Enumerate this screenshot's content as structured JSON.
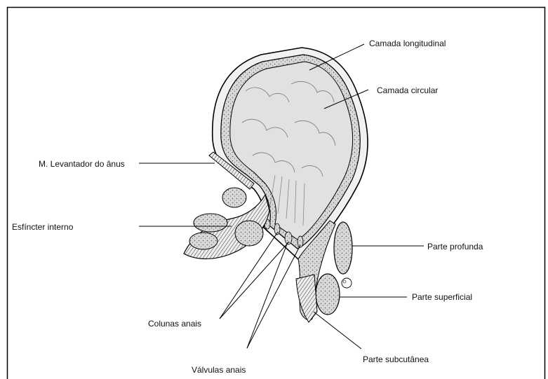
{
  "labels": {
    "camada_longitudinal": "Camada longitudinal",
    "camada_circular": "Camada circular",
    "levantador": "M. Levantador do ânus",
    "esfincter_interno": "Esfíncter interno",
    "parte_profunda": "Parte profunda",
    "parte_superficial": "Parte superficial",
    "colunas_anais": "Colunas anais",
    "valvulas_anais": "Válvulas anais",
    "parte_subcutanea": "Parte subcutânea"
  },
  "colors": {
    "border": "#000000",
    "lumen": "#e1e1e1",
    "muscle": "#d2d2d2",
    "ink": "#111111"
  }
}
